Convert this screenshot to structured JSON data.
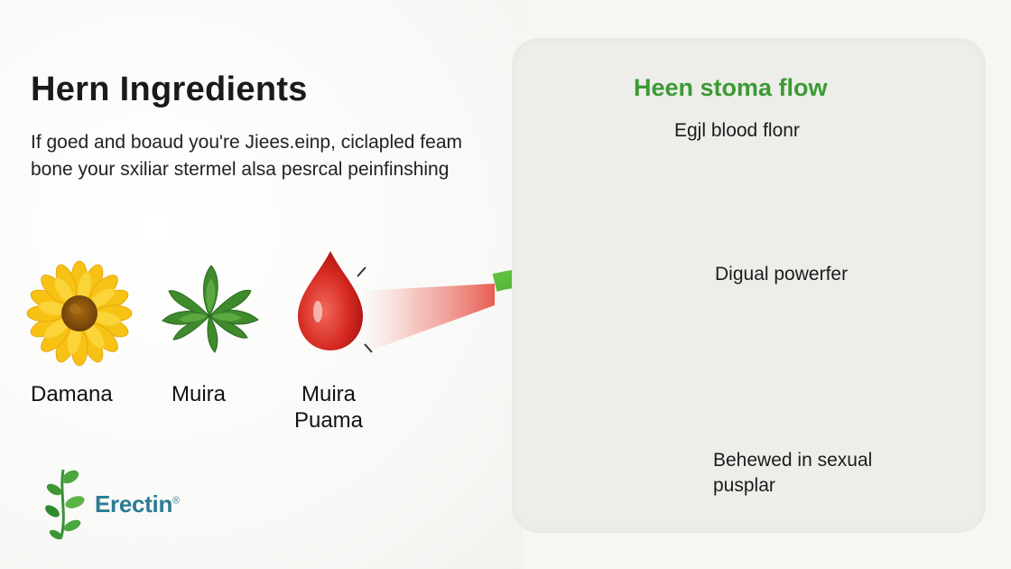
{
  "header": {
    "title": "Hern Ingredients",
    "description": "If goed and boaud you're Jiees.einp, ciclapled feam bone your sxiliar stermel alsa pesrcal peinfinshing"
  },
  "ingredients": [
    {
      "label": "Damana",
      "icon": "sunflower-icon"
    },
    {
      "label": "Muira",
      "icon": "herb-leaves-icon"
    },
    {
      "label": "Muira Puama",
      "icon": "blood-drop-icon"
    }
  ],
  "flow_panel": {
    "title": "Heen stoma flow",
    "labels": {
      "top": "Egjl blood flonr",
      "middle": "Digual powerfer",
      "bottom": "Behewed in sexual pusplar"
    }
  },
  "brand": {
    "name": "Erectin",
    "mark": "®"
  },
  "colors": {
    "accent_green": "#3b9a33",
    "vessel_red": "#e35a5a",
    "brand_teal": "#2b7c93"
  }
}
